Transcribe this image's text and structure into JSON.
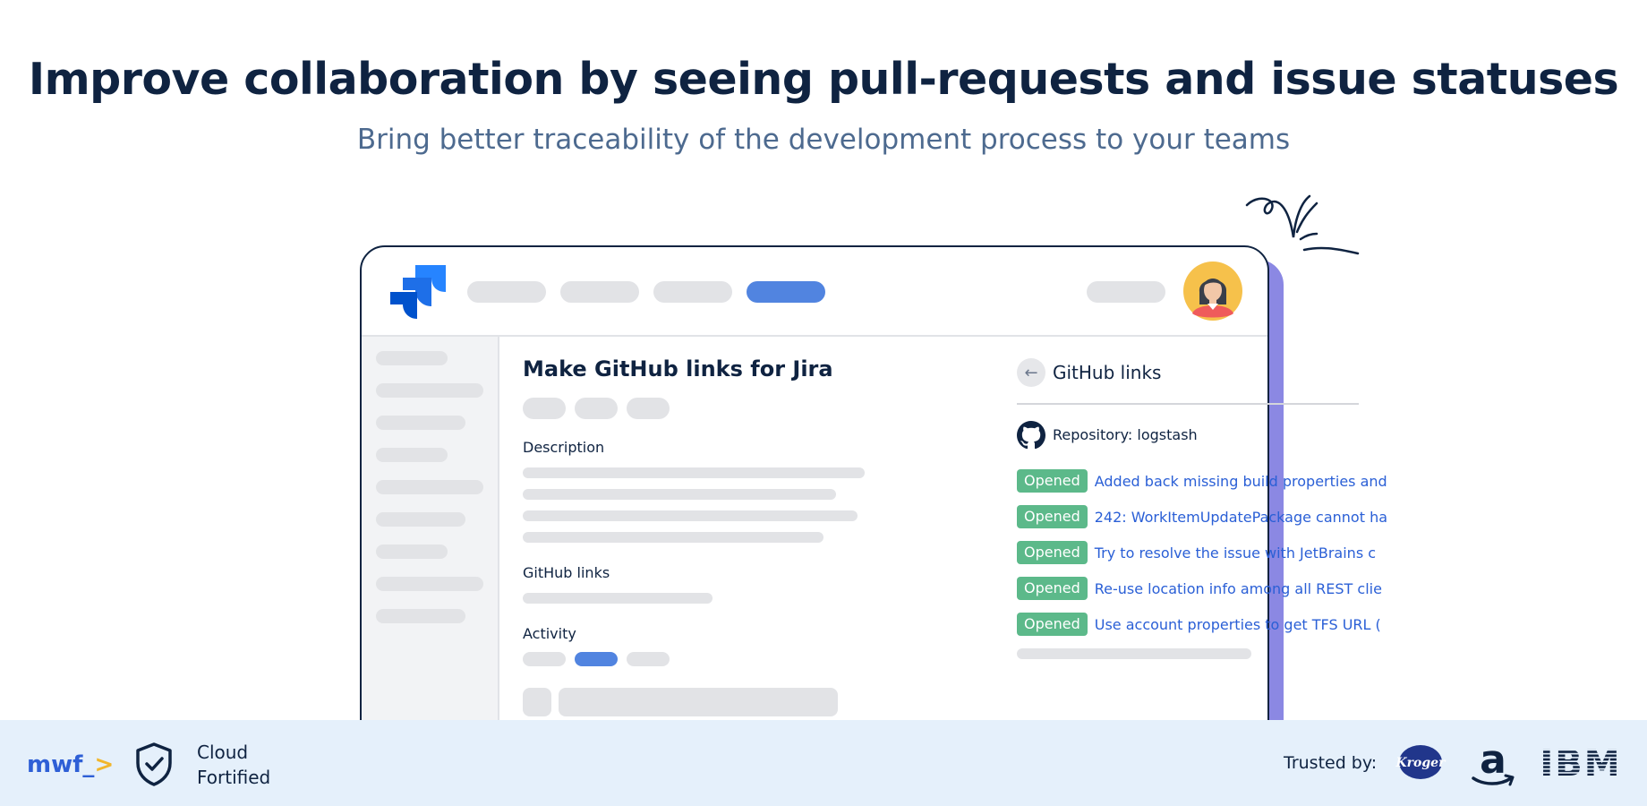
{
  "hero": {
    "title": "Improve collaboration by seeing pull-requests and issue statuses",
    "subtitle": "Bring better traceability of the development process to your teams"
  },
  "app": {
    "issue_title": "Make GitHub links for Jira",
    "sections": {
      "description": "Description",
      "github_links": "GitHub links",
      "activity": "Activity"
    },
    "panel": {
      "title": "GitHub links",
      "repository": "Repository: logstash",
      "pull_requests": [
        {
          "status": "Opened",
          "title": "Added back missing build properties and"
        },
        {
          "status": "Opened",
          "title": "242: WorkItemUpdatePackage cannot ha"
        },
        {
          "status": "Opened",
          "title": "Try to resolve the issue with JetBrains c"
        },
        {
          "status": "Opened",
          "title": "Re-use location info among all REST clie"
        },
        {
          "status": "Opened",
          "title": "Use account properties to get TFS URL ("
        }
      ]
    },
    "icons": {
      "logo": "jira-logo-icon",
      "avatar": "user-avatar-icon",
      "back": "arrow-left-icon",
      "github": "github-icon"
    }
  },
  "footer": {
    "brand": "mwf_",
    "brand_suffix": ">",
    "badge_line1": "Cloud",
    "badge_line2": "Fortified",
    "trusted_label": "Trusted by:",
    "logos": [
      "Kroger",
      "a",
      "IBM"
    ]
  },
  "colors": {
    "navy": "#0f2341",
    "accent_blue": "#5184e0",
    "link_blue": "#2a5fd6",
    "badge_green": "#5cb98a",
    "shadow_purple": "#8b88e3",
    "footer_bg": "#e5f0fb"
  }
}
